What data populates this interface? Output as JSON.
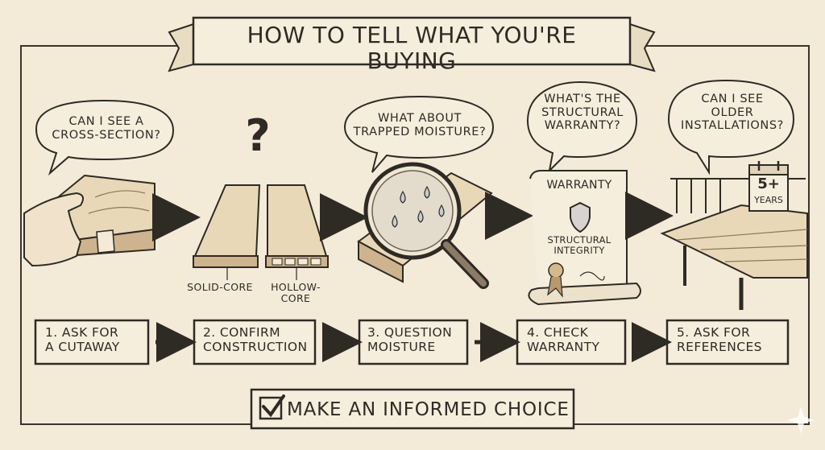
{
  "title": "HOW TO TELL WHAT YOU'RE BUYING",
  "bubbles": [
    "CAN I SEE A\nCROSS-SECTION?",
    "WHAT ABOUT\nTRAPPED MOISTURE?",
    "WHAT'S THE\nSTRUCTURAL\nWARRANTY?",
    "CAN I SEE\nOLDER\nINSTALLATIONS?"
  ],
  "question_mark": "?",
  "board_labels": {
    "solid": "SOLID-CORE",
    "hollow": "HOLLOW-\nCORE"
  },
  "warranty": {
    "heading": "WARRANTY",
    "subtext": "STRUCTURAL\nINTEGRITY"
  },
  "calendar": {
    "value": "5+",
    "unit": "YEARS"
  },
  "steps": [
    "1. ASK FOR\nA CUTAWAY",
    "2. CONFIRM\nCONSTRUCTION",
    "3. QUESTION\nMOISTURE",
    "4. CHECK\nWARRANTY",
    "5. ASK FOR\nREFERENCES"
  ],
  "cta": "MAKE AN INFORMED CHOICE",
  "colors": {
    "paper": "#f3ead8",
    "ink": "#2e2a24",
    "wood": "#e9d8b8",
    "shade": "#cdb48e"
  }
}
